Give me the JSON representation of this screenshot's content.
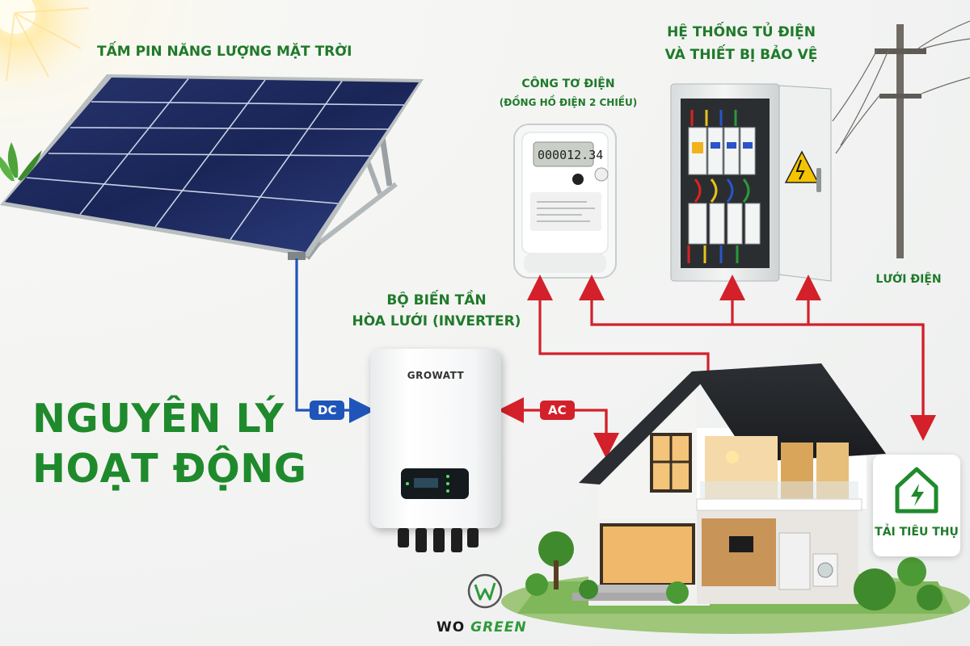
{
  "labels": {
    "solar_panel": "TẤM PIN NĂNG LƯỢNG MẶT TRỜI",
    "meter_title": "CÔNG TƠ ĐIỆN",
    "meter_subtitle": "(ĐỒNG HỒ ĐIỆN 2 CHIỀU)",
    "cabinet_line1": "HỆ THỐNG TỦ ĐIỆN",
    "cabinet_line2": "VÀ THIẾT BỊ BẢO VỆ",
    "grid": "LƯỚI ĐIỆN",
    "inverter_line1": "BỘ BIẾN TẦN",
    "inverter_line2": "HÒA LƯỚI (INVERTER)",
    "title_line1": "NGUYÊN LÝ",
    "title_line2": "HOẠT ĐỘNG",
    "load": "TẢI TIÊU THỤ"
  },
  "tags": {
    "dc": "DC",
    "ac": "AC"
  },
  "devices": {
    "inverter_brand": "GROWATT",
    "meter_reading": "000012.34"
  },
  "logo": {
    "part1": "WO",
    "part2": "GREEN"
  },
  "colors": {
    "title_green": "#1f8a2c",
    "label_green": "#1f7a2a",
    "dc_blue": "#1f55b8",
    "ac_red": "#d3202a"
  },
  "icons": [
    "sun-icon",
    "solar-panel-icon",
    "electric-meter-icon",
    "electrical-cabinet-icon",
    "power-pole-icon",
    "inverter-icon",
    "house-icon",
    "house-lightning-icon",
    "wogreen-logo-icon"
  ]
}
